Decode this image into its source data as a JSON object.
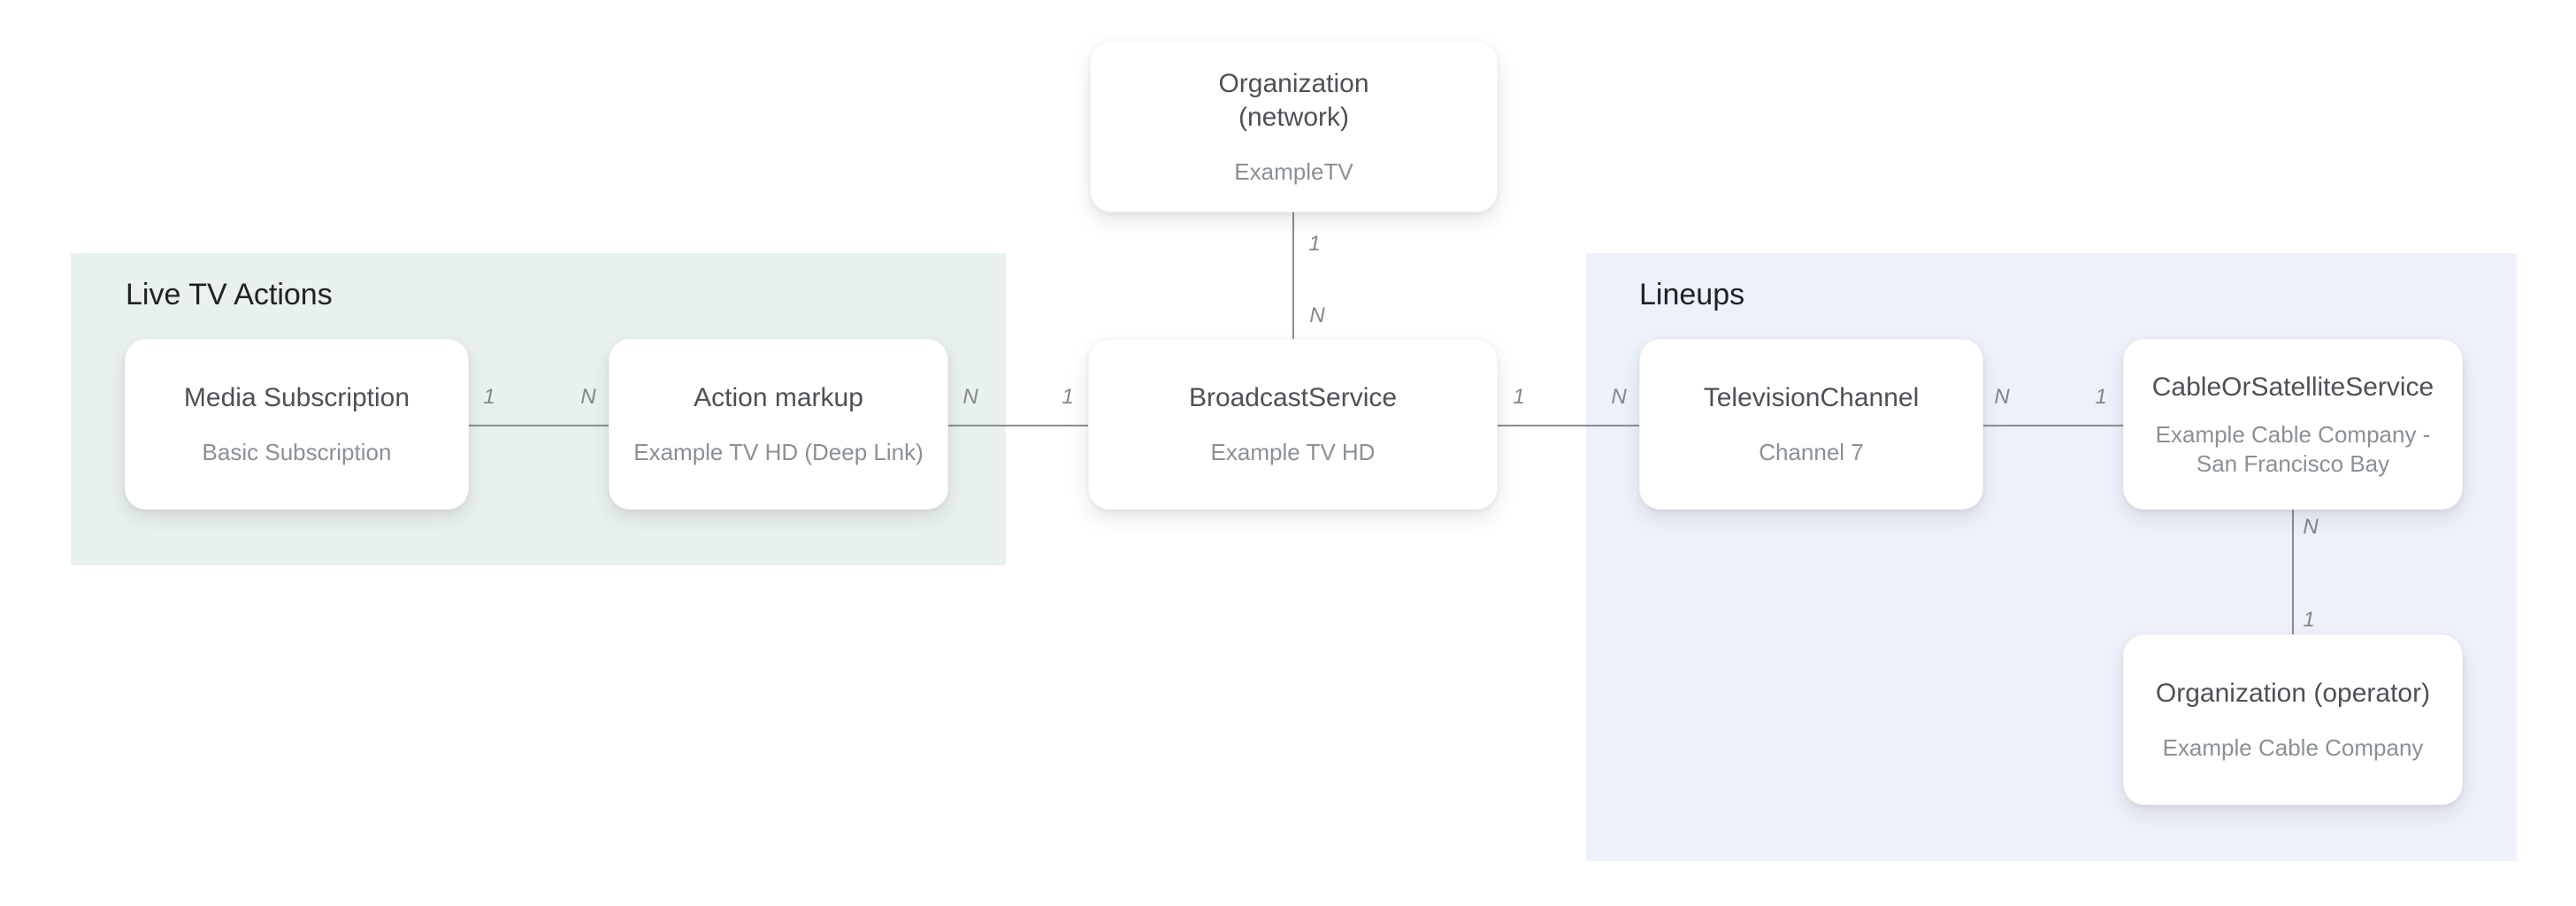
{
  "diagram": {
    "colors": {
      "background": "#ffffff",
      "live_tv_actions_panel": "#e9f1ed",
      "lineups_panel": "#edf1fa",
      "node_fill": "#ffffff",
      "node_title_text": "#4d5156",
      "node_subtitle_text": "#8a9095",
      "group_label_text": "#202124",
      "edge_line": "#868d92",
      "edge_label_text": "#80868b"
    },
    "groups": {
      "live_tv_actions": {
        "label": "Live TV Actions"
      },
      "lineups": {
        "label": "Lineups"
      }
    },
    "nodes": {
      "organization_network": {
        "title": "Organization\n(network)",
        "subtitle": "ExampleTV"
      },
      "media_subscription": {
        "title": "Media Subscription",
        "subtitle": "Basic Subscription"
      },
      "action_markup": {
        "title": "Action markup",
        "subtitle": "Example TV HD (Deep Link)"
      },
      "broadcast_service": {
        "title": "BroadcastService",
        "subtitle": "Example TV HD"
      },
      "television_channel": {
        "title": "TelevisionChannel",
        "subtitle": "Channel 7"
      },
      "cable_or_satellite_service": {
        "title": "CableOrSatelliteService",
        "subtitle": "Example Cable Company -\nSan Francisco Bay"
      },
      "organization_operator": {
        "title": "Organization (operator)",
        "subtitle": "Example Cable Company"
      }
    },
    "edges": {
      "network_to_broadcast": {
        "start_label": "1",
        "end_label": "N"
      },
      "subscription_to_markup": {
        "start_label": "1",
        "end_label": "N"
      },
      "markup_to_broadcast": {
        "start_label": "N",
        "end_label": "1"
      },
      "broadcast_to_channel": {
        "start_label": "1",
        "end_label": "N"
      },
      "channel_to_cable": {
        "start_label": "N",
        "end_label": "1"
      },
      "cable_to_operator": {
        "start_label": "N",
        "end_label": "1"
      }
    }
  }
}
